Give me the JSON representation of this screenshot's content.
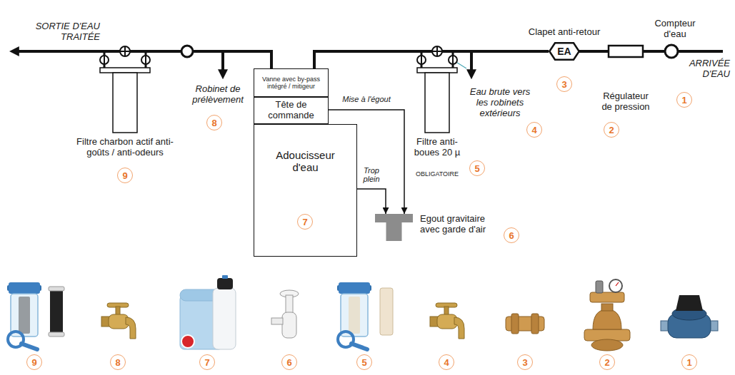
{
  "diagram": {
    "nodes": [
      {
        "text": [
          "Vanne avec by-pass intégré / mitigeur"
        ]
      },
      {
        "text": [
          "Tête de commande"
        ]
      },
      {
        "text": [
          "Adoucisseur d'eau"
        ]
      },
      {
        "text": [
          "7"
        ],
        "in": 2
      },
      {
        "text": [
          "Clapet anti-retour",
          "EA"
        ]
      },
      {
        "text": [
          "Egout gravitaire avec garde d'air"
        ]
      },
      {
        "text": [
          "1"
        ]
      },
      {
        "text": [
          "2"
        ]
      },
      {
        "text": [
          "3"
        ]
      },
      {
        "text": [
          "4"
        ]
      },
      {
        "text": [
          "5"
        ]
      },
      {
        "text": [
          "6"
        ]
      },
      {
        "text": [
          "8"
        ]
      },
      {
        "text": [
          "9"
        ]
      },
      {
        "text": [
          "9"
        ]
      },
      {
        "text": [
          "8"
        ]
      },
      {
        "text": [
          "7"
        ]
      },
      {
        "text": [
          "6"
        ]
      },
      {
        "text": [
          "5"
        ]
      },
      {
        "text": [
          "4"
        ]
      },
      {
        "text": [
          "3"
        ]
      },
      {
        "text": [
          "2"
        ]
      },
      {
        "text": [
          "1"
        ]
      }
    ],
    "edges": [
      {
        "from": 4,
        "to": 0,
        "arrow": "none"
      },
      {
        "from": 1,
        "to": 5,
        "label": "Mise à l'égout",
        "arrow": "to"
      },
      {
        "from": 2,
        "to": 5,
        "label": "Trop plein",
        "arrow": "to"
      }
    ],
    "labels": [
      "SORTIE D'EAU TRAITÉE",
      "Filtre charbon actif anti-goûts / anti-odeurs",
      "Robinet de prélèvement",
      "Eau brute vers les robinets extérieurs",
      "Filtre anti-boues 20 µ",
      "OBLIGATOIRE",
      "Compteur d'eau",
      "ARRIVÉE D'EAU",
      "Régulateur de pression"
    ]
  }
}
